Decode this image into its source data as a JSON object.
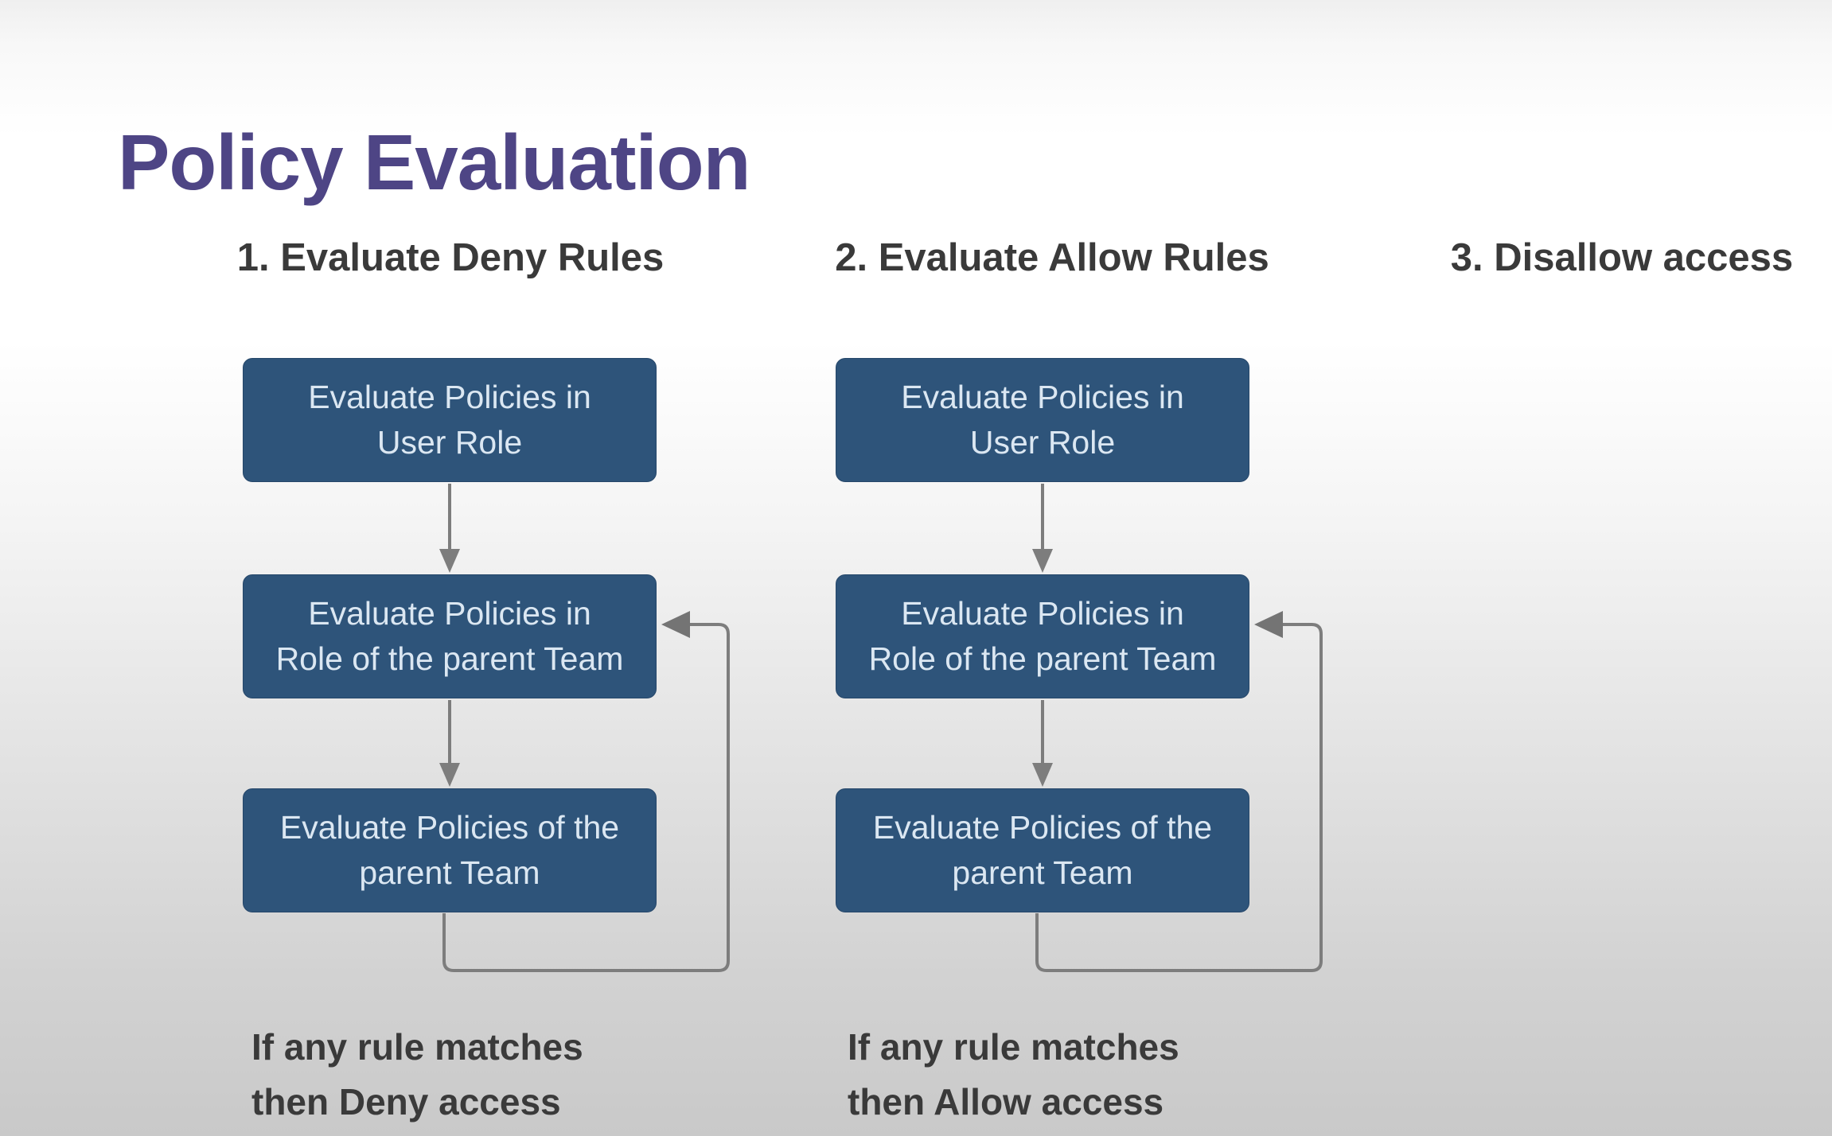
{
  "title": {
    "text": "Policy Evaluation"
  },
  "steps": [
    {
      "label": "1. Evaluate Deny Rules"
    },
    {
      "label": "2. Evaluate Allow Rules"
    },
    {
      "label": "3. Disallow access"
    }
  ],
  "flowcharts": [
    {
      "name": "deny-rules-flow",
      "boxes": [
        {
          "line1": "Evaluate Policies in",
          "line2": "User Role"
        },
        {
          "line1": "Evaluate Policies in",
          "line2": "Role of the parent Team"
        },
        {
          "line1": "Evaluate Policies of the",
          "line2": "parent Team"
        }
      ],
      "caption_line1": "If any rule matches",
      "caption_line2": "then Deny access"
    },
    {
      "name": "allow-rules-flow",
      "boxes": [
        {
          "line1": "Evaluate Policies in",
          "line2": "User Role"
        },
        {
          "line1": "Evaluate Policies in",
          "line2": "Role of the parent Team"
        },
        {
          "line1": "Evaluate Policies of the",
          "line2": "parent Team"
        }
      ],
      "caption_line1": "If any rule matches",
      "caption_line2": "then Allow access"
    }
  ],
  "colors": {
    "title": "#4e4585",
    "heading_text": "#3a3a3a",
    "box_fill": "#2e547a",
    "box_text": "#dbe7f2",
    "arrow": "#7d7d7d",
    "background_top": "#efefef",
    "background_middle": "#ffffff",
    "background_bottom": "#c9c9c9"
  }
}
